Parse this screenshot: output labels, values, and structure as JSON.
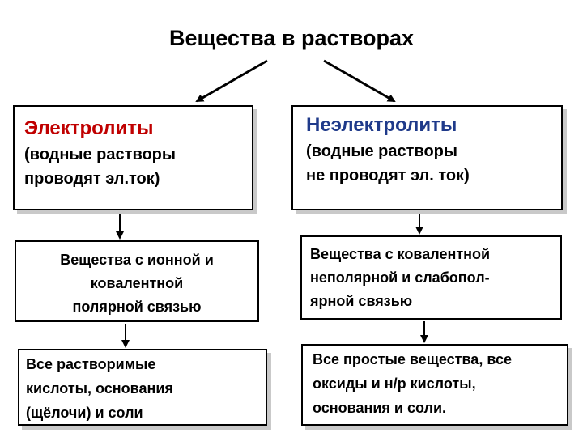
{
  "title": "Вещества в растворах",
  "electrolytes": {
    "heading": "Электролиты",
    "line1": "(водные растворы",
    "line2": "проводят эл.ток)",
    "bond": [
      "Вещества с ионной и",
      "ковалентной",
      "полярной связью"
    ],
    "examples": [
      "Все растворимые",
      "кислоты, основания",
      "(щёлочи) и соли"
    ]
  },
  "nonelectrolytes": {
    "heading": "Неэлектролиты",
    "line1": "(водные растворы",
    "line2": "не проводят эл. ток)",
    "bond": [
      "Вещества с ковалентной",
      "неполярной и слабопол-",
      "ярной связью"
    ],
    "examples": [
      "Все простые вещества, все",
      "оксиды и н/р кислоты,",
      "основания и соли."
    ]
  },
  "colors": {
    "electrolytes_heading": "#c00000",
    "nonelectrolytes_heading": "#1f3a8a"
  }
}
